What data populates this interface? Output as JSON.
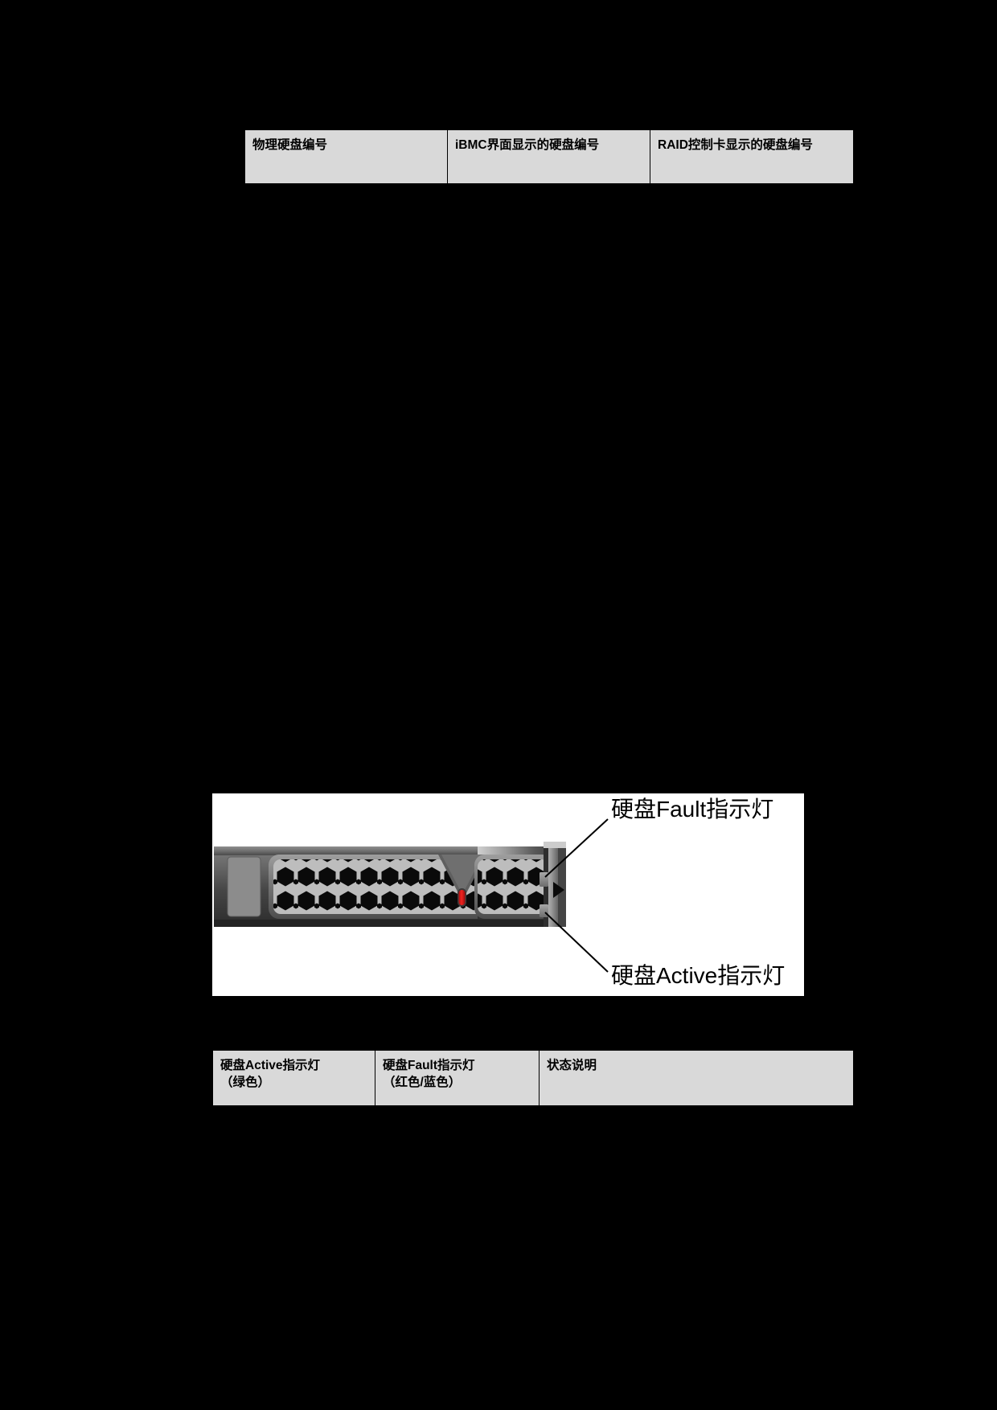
{
  "tables": {
    "physical_disk_mapping": {
      "headers": [
        "物理硬盘编号",
        "iBMC界面显示的硬盘编号",
        "RAID控制卡显示的硬盘编号"
      ]
    },
    "indicator_status": {
      "headers": [
        "硬盘Active指示灯\n（绿色）",
        "硬盘Fault指示灯\n（红色/蓝色）",
        "状态说明"
      ],
      "header_active_line1": "硬盘Active指示灯",
      "header_active_line2": "（绿色）",
      "header_fault_line1": "硬盘Fault指示灯",
      "header_fault_line2": "（红色/蓝色）",
      "header_desc": "状态说明"
    }
  },
  "figure": {
    "name": "hard-disk-drive-front-view",
    "callouts": {
      "fault": "硬盘Fault指示灯",
      "active": "硬盘Active指示灯"
    },
    "colors": {
      "fault_led": "#e01b18",
      "bezel_dark": "#3a3a3a",
      "bezel_mid": "#6e6e6e",
      "bezel_light": "#a6a6a6",
      "mesh_hole": "#000000",
      "mesh_rib": "#9a9a9a",
      "background": "#ffffff",
      "handle_latch": "#8c8c8c"
    }
  },
  "page": {
    "background": "#000000"
  }
}
